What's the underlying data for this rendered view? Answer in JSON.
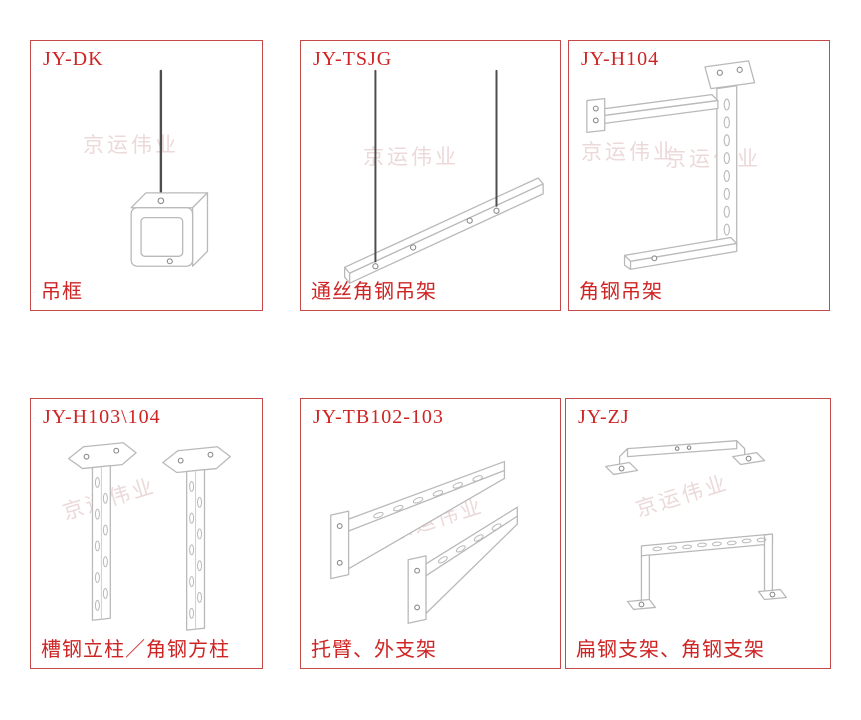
{
  "page": {
    "background": "#ffffff",
    "accent_text_color": "#cf2424",
    "panel_border_color": "#c64a4a",
    "line_light_color": "#b9b9b9",
    "line_dark_color": "#4d4d4d",
    "watermark_color": "#ecd9d9",
    "watermark_text": "京运伟业"
  },
  "panels": [
    {
      "id": "jy-dk",
      "code": "JY-DK",
      "name": "吊框",
      "drawing": "hanging-frame-drawing"
    },
    {
      "id": "jy-tsjg",
      "code": "JY-TSJG",
      "name": "通丝角钢吊架",
      "drawing": "threaded-rod-angle-hanger-drawing"
    },
    {
      "id": "jy-h104",
      "code": "JY-H104",
      "name": "角钢吊架",
      "drawing": "angle-steel-hanger-drawing"
    },
    {
      "id": "jy-h103-104",
      "code": "JY-H103\\104",
      "name": "槽钢立柱／角钢方柱",
      "drawing": "channel-columns-drawing"
    },
    {
      "id": "jy-tb102-103",
      "code": "JY-TB102-103",
      "name": "托臂、外支架",
      "drawing": "cantilever-arms-drawing"
    },
    {
      "id": "jy-zj",
      "code": "JY-ZJ",
      "name": "扁钢支架、角钢支架",
      "drawing": "flat-steel-brackets-drawing"
    }
  ]
}
